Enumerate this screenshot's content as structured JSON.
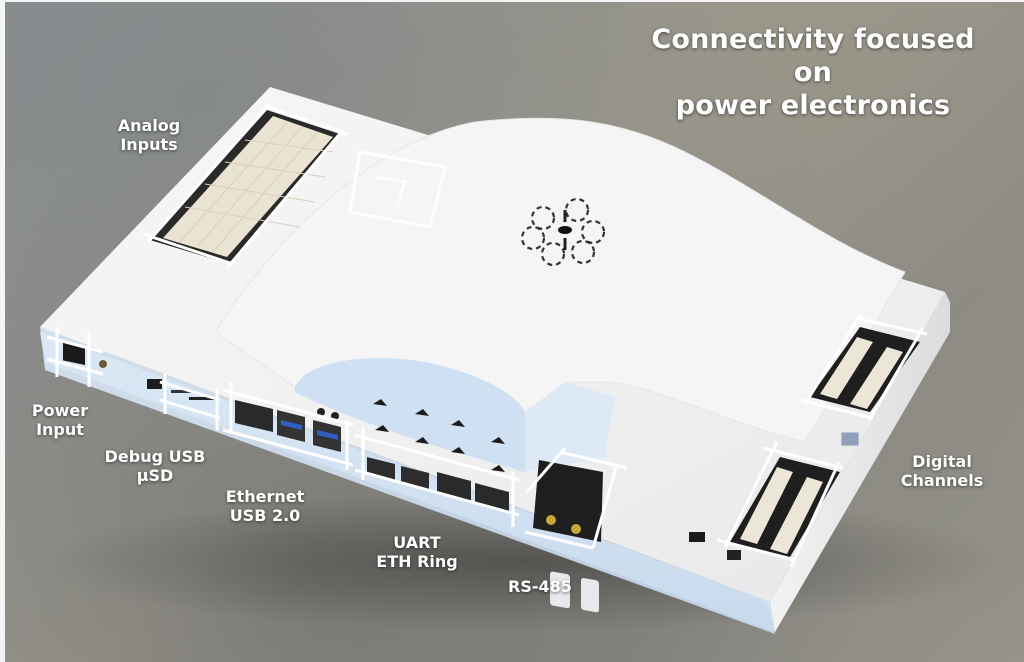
{
  "headline": {
    "line1": "Connectivity focused",
    "line2": "on",
    "line3": "power electronics"
  },
  "callouts": {
    "analog_inputs": {
      "line1": "Analog",
      "line2": "Inputs"
    },
    "power_input": {
      "line1": "Power",
      "line2": "Input"
    },
    "debug_usb": {
      "line1": "Debug USB",
      "line2": "µSD"
    },
    "ethernet_usb": {
      "line1": "Ethernet",
      "line2": "USB 2.0"
    },
    "uart_eth": {
      "line1": "UART",
      "line2": "ETH Ring"
    },
    "rs485": {
      "line1": "RS-485"
    },
    "digital_channels": {
      "line1": "Digital",
      "line2": "Channels"
    }
  },
  "colors": {
    "concrete": "#9a9893",
    "device_body": "#f2f2f2",
    "device_side_shadow": "#cfe0f0",
    "label_text": "#ffffff",
    "usb3_blue": "#2e5fc4",
    "connector_cream": "#ece6d6"
  }
}
